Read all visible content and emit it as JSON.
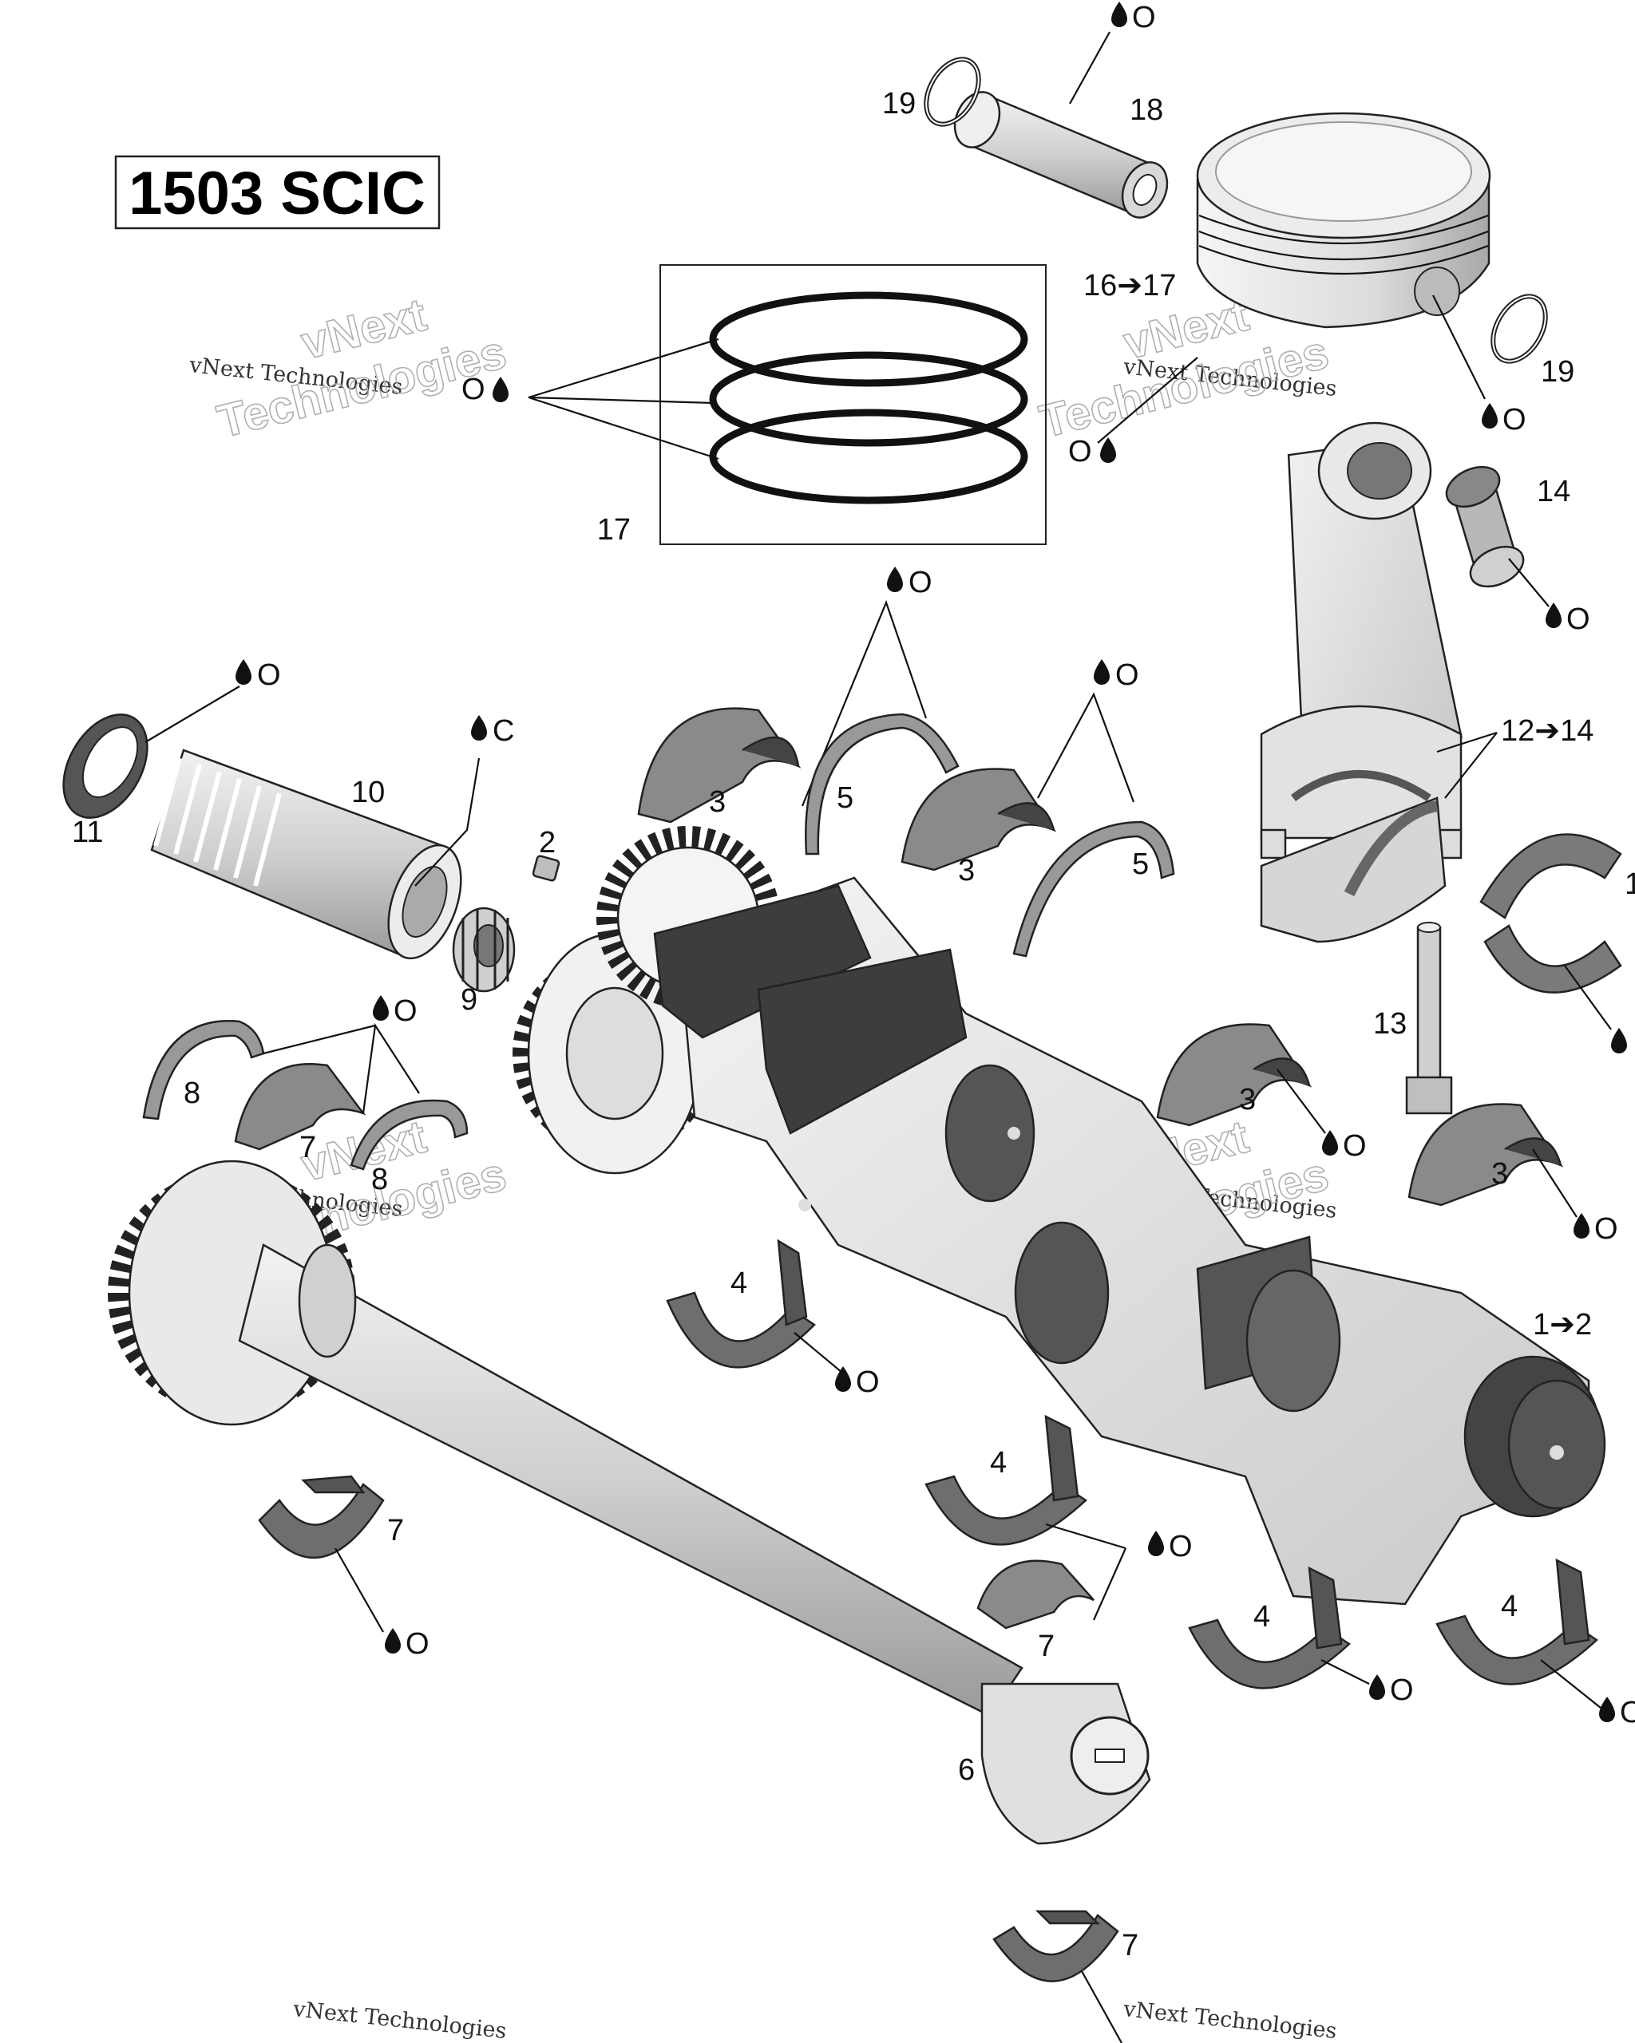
{
  "title": "1503 SCIC",
  "watermark": {
    "line1": "vNext Technologies",
    "line2": "vNext",
    "line3": "Technologies"
  },
  "colors": {
    "part_light": "#e6e6e6",
    "part_mid": "#bdbdbd",
    "bearing_dark": "#6b6b6b",
    "bearing_light": "#c8c8c8",
    "outline": "#222222"
  },
  "lube_symbols": {
    "O": "O",
    "C": "C"
  },
  "callouts": {
    "c1_2": "1➔2",
    "c2": "2",
    "c3a": "3",
    "c3b": "3",
    "c3c": "3",
    "c3d": "3",
    "c4a": "4",
    "c4b": "4",
    "c4c": "4",
    "c4d": "4",
    "c5a": "5",
    "c5b": "5",
    "c6": "6",
    "c7a": "7",
    "c7b": "7",
    "c7c": "7",
    "c7d": "7",
    "c8a": "8",
    "c8b": "8",
    "c9": "9",
    "c10": "10",
    "c11": "11",
    "c12_14": "12➔14",
    "c13": "13",
    "c14": "14",
    "c14b": "1",
    "c16_17": "16➔17",
    "c17": "17",
    "c18": "18",
    "c19a": "19",
    "c19b": "19"
  }
}
